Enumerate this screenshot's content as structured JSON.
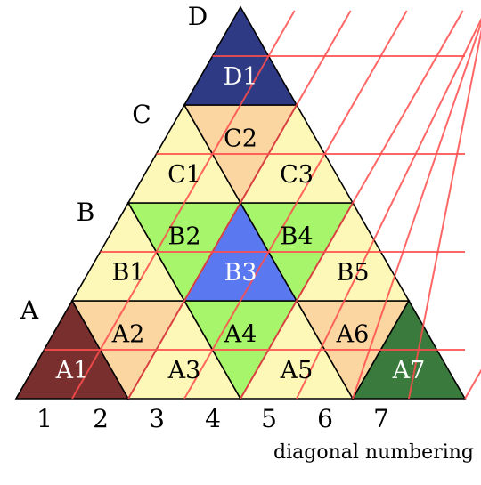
{
  "rows": [
    {
      "label": "A",
      "cells": [
        "A1",
        "A2",
        "A3",
        "A4",
        "A5",
        "A6",
        "A7"
      ],
      "colors": [
        "#7a2f2f",
        "#fbd6a1",
        "#fdf8b8",
        "#a6f56b",
        "#fdf8b8",
        "#fbd6a1",
        "#3a7a3c"
      ],
      "label_colors": [
        "#ffffff",
        "#000000",
        "#000000",
        "#000000",
        "#000000",
        "#000000",
        "#ffffff"
      ]
    },
    {
      "label": "B",
      "cells": [
        "B1",
        "B2",
        "B3",
        "B4",
        "B5"
      ],
      "colors": [
        "#fdf8b8",
        "#a6f56b",
        "#5a79f1",
        "#a6f56b",
        "#fdf8b8"
      ],
      "label_colors": [
        "#000000",
        "#000000",
        "#ffffff",
        "#000000",
        "#000000"
      ]
    },
    {
      "label": "C",
      "cells": [
        "C1",
        "C2",
        "C3"
      ],
      "colors": [
        "#fdf8b8",
        "#fbd6a1",
        "#fdf8b8"
      ],
      "label_colors": [
        "#000000",
        "#000000",
        "#000000"
      ]
    },
    {
      "label": "D",
      "cells": [
        "D1"
      ],
      "colors": [
        "#2f3a85"
      ],
      "label_colors": [
        "#ffffff"
      ]
    }
  ],
  "diagonal_numbers": [
    "1",
    "2",
    "3",
    "4",
    "5",
    "6",
    "7"
  ],
  "caption": "diagonal numbering",
  "line_color": "#ff4d4d"
}
